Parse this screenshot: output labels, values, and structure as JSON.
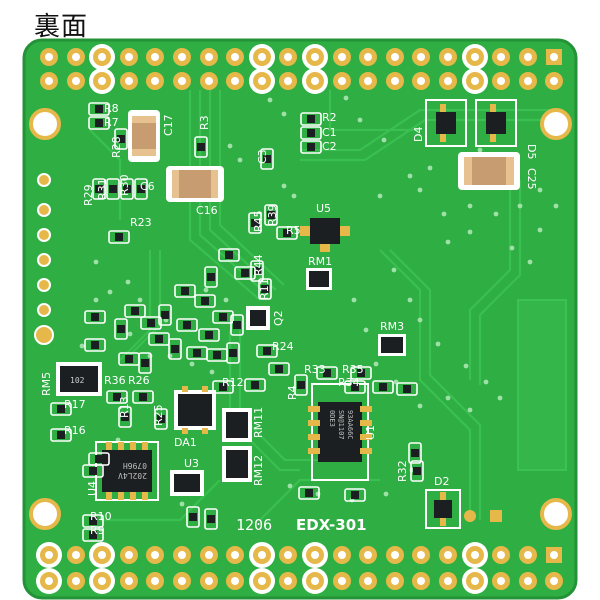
{
  "caption": "裏面",
  "board": {
    "colors": {
      "mask": "#2fae43",
      "mask_dark": "#249236",
      "trace": "#3cc252",
      "silk": "#ffffff",
      "pad": "#d9a43a",
      "copper_pad": "#e6b84a",
      "chip": "#1c1f21"
    },
    "silk_labels": [
      {
        "id": "r8",
        "text": "R8"
      },
      {
        "id": "r7",
        "text": "R7"
      },
      {
        "id": "r28",
        "text": "R28"
      },
      {
        "id": "c17",
        "text": "C17"
      },
      {
        "id": "r3",
        "text": "R3"
      },
      {
        "id": "r2",
        "text": "R2"
      },
      {
        "id": "c1",
        "text": "C1"
      },
      {
        "id": "c2",
        "text": "C2"
      },
      {
        "id": "c3",
        "text": "C3"
      },
      {
        "id": "d4",
        "text": "D4"
      },
      {
        "id": "d5",
        "text": "D5"
      },
      {
        "id": "c25",
        "text": "C25"
      },
      {
        "id": "r29",
        "text": "R29"
      },
      {
        "id": "r31",
        "text": "R31"
      },
      {
        "id": "r30",
        "text": "R30"
      },
      {
        "id": "c6",
        "text": "C6"
      },
      {
        "id": "c16",
        "text": "C16"
      },
      {
        "id": "r23",
        "text": "R23"
      },
      {
        "id": "r45",
        "text": "R45"
      },
      {
        "id": "r39",
        "text": "R39"
      },
      {
        "id": "u5",
        "text": "U5"
      },
      {
        "id": "r5",
        "text": "R5"
      },
      {
        "id": "r44",
        "text": "R44"
      },
      {
        "id": "r11",
        "text": "R11"
      },
      {
        "id": "rm1",
        "text": "RM1"
      },
      {
        "id": "q2",
        "text": "Q2"
      },
      {
        "id": "rm3",
        "text": "RM3"
      },
      {
        "id": "r24",
        "text": "R24"
      },
      {
        "id": "rm5",
        "text": "RM5"
      },
      {
        "id": "r36",
        "text": "R36"
      },
      {
        "id": "r26",
        "text": "R26"
      },
      {
        "id": "r33",
        "text": "R33"
      },
      {
        "id": "r35",
        "text": "R35"
      },
      {
        "id": "r12",
        "text": "R12"
      },
      {
        "id": "r4",
        "text": "R4"
      },
      {
        "id": "r34",
        "text": "R34"
      },
      {
        "id": "r17",
        "text": "R17"
      },
      {
        "id": "r13",
        "text": "R13"
      },
      {
        "id": "r25",
        "text": "R25"
      },
      {
        "id": "rm11",
        "text": "RM11"
      },
      {
        "id": "u1",
        "text": "U1"
      },
      {
        "id": "r16",
        "text": "R16"
      },
      {
        "id": "da1",
        "text": "DA1"
      },
      {
        "id": "rm12",
        "text": "RM12"
      },
      {
        "id": "u3",
        "text": "U3"
      },
      {
        "id": "r32",
        "text": "R32"
      },
      {
        "id": "d2",
        "text": "D2"
      },
      {
        "id": "u4",
        "text": "U4"
      },
      {
        "id": "r10",
        "text": "R10"
      },
      {
        "id": "r9",
        "text": "R9"
      },
      {
        "id": "date",
        "text": "1206"
      },
      {
        "id": "model",
        "text": "EDX-301"
      }
    ],
    "chip_markings": {
      "u1_line1": "93AA66C",
      "u1_line2": "SN@1107",
      "u1_line3": "0DE3",
      "u4_line1": "202L4V",
      "u4_line2": "0796H",
      "rm5_val": "102"
    }
  }
}
